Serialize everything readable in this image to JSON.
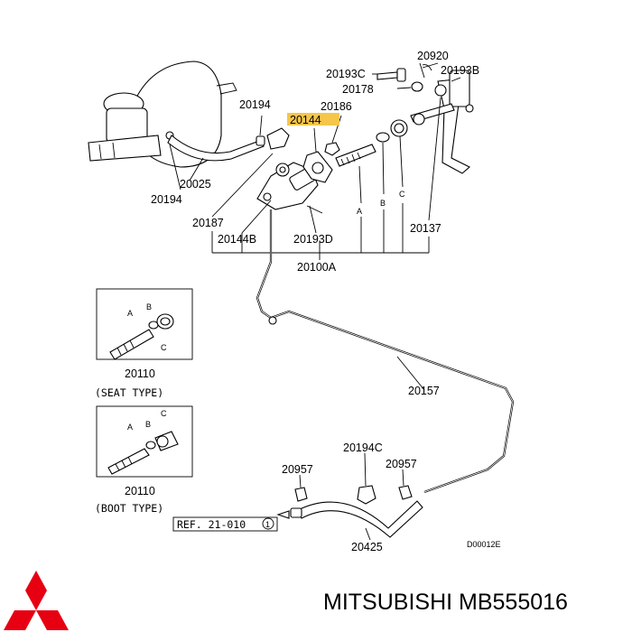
{
  "labels": {
    "p20920": "20920",
    "p20193C": "20193C",
    "p20193B": "20193B",
    "p20178": "20178",
    "p20194_top": "20194",
    "p20186": "20186",
    "p20144": "20144",
    "p20025": "20025",
    "p20194_bottom": "20194",
    "p20187": "20187",
    "p20144B": "20144B",
    "p20193D": "20193D",
    "p20137": "20137",
    "p20100A": "20100A",
    "p20157": "20157",
    "p20194C": "20194C",
    "p20957_left": "20957",
    "p20957_right": "20957",
    "p20425": "20425",
    "code": "D00012E"
  },
  "letters": {
    "a": "A",
    "b": "B",
    "c": "C"
  },
  "insets": [
    {
      "part": "20110",
      "caption": "(SEAT TYPE)"
    },
    {
      "part": "20110",
      "caption": "(BOOT TYPE)"
    }
  ],
  "reference": {
    "text": "REF. 21-010",
    "circled": "1"
  },
  "highlight_color": "#f6c64a",
  "brand": {
    "name": "MITSUBISHI MB555016",
    "logo_color": "#e60012"
  }
}
